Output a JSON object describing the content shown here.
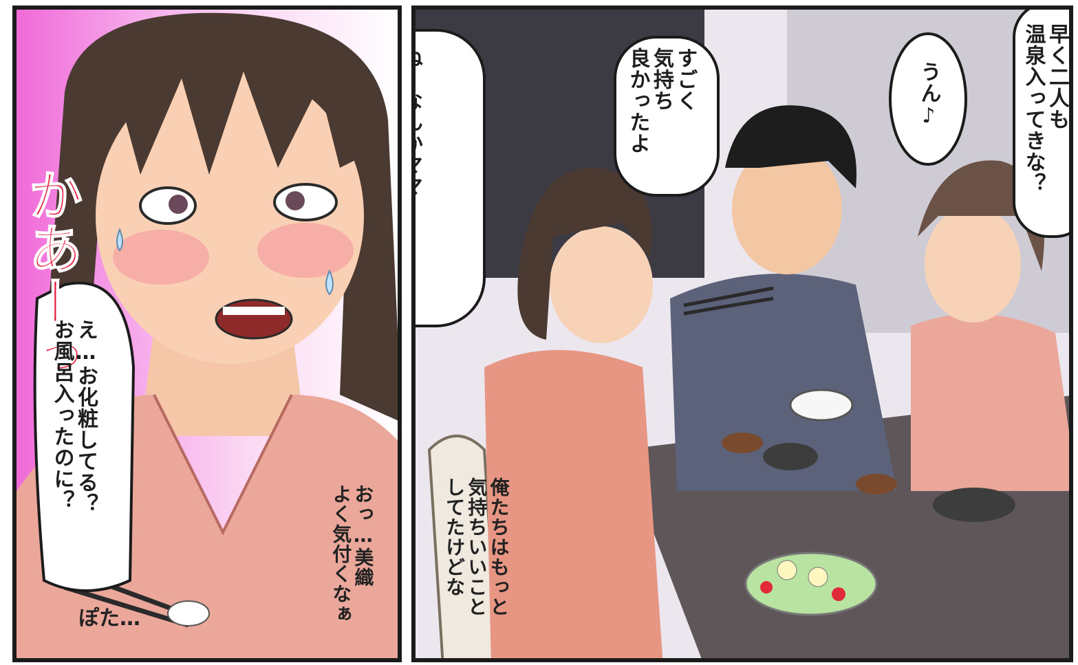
{
  "left_panel": {
    "sfx_blush": "かあーっ",
    "sfx_drop": "ぽた…",
    "speech_daughter": "え…お化粧してる？\nお風呂入ったのに？",
    "thought_man": "おっ…美織\nよく気付くなぁ"
  },
  "right_panel": {
    "speech_mother": "早く二人も\n温泉入ってきな？",
    "speech_daughter_reply": "うん♪",
    "speech_man": "すごく\n気持ち\n良かったよ",
    "speech_daughter_question": "ねーなんかママ\nいつもと違う…化粧？",
    "narration": "俺たちはもっと\n気持ちいいこと\nしてたけどな"
  },
  "colors": {
    "border": "#1b1b1b",
    "blush_sfx": "#e8173c",
    "yukata_pink": "#e99a90",
    "man_yukata": "#5b627a"
  }
}
